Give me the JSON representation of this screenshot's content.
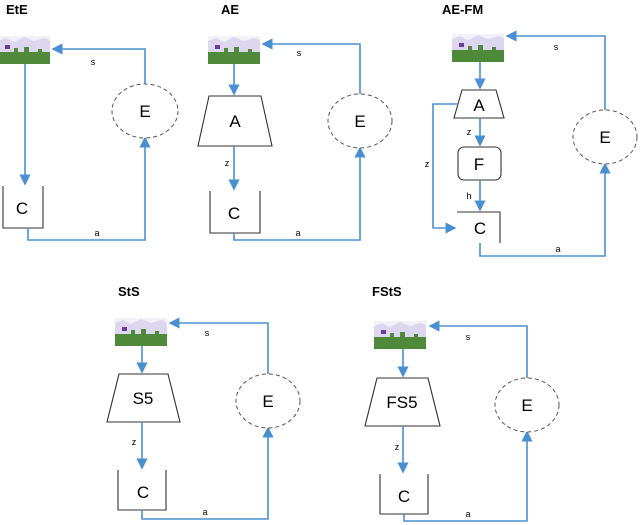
{
  "panels": {
    "ete": {
      "title": "EtE",
      "classifier": "C",
      "env": "E",
      "state_label": "s",
      "action_label": "a"
    },
    "ae": {
      "title": "AE",
      "encoder": "A",
      "classifier": "C",
      "env": "E",
      "state_label": "s",
      "latent_label": "z",
      "action_label": "a"
    },
    "aefm": {
      "title": "AE-FM",
      "encoder": "A",
      "forward_model": "F",
      "classifier": "C",
      "env": "E",
      "state_label": "s",
      "latent_label": "z",
      "latent_label_2": "z",
      "hidden_label": "h",
      "action_label": "a"
    },
    "sts": {
      "title": "StS",
      "encoder": "S5",
      "classifier": "C",
      "env": "E",
      "state_label": "s",
      "latent_label": "z",
      "action_label": "a"
    },
    "fsts": {
      "title": "FStS",
      "encoder": "FS5",
      "classifier": "C",
      "env": "E",
      "state_label": "s",
      "latent_label": "z",
      "action_label": "a"
    }
  },
  "colors": {
    "edge": "#4a90d0",
    "sky": "#dcd6ee",
    "grass": "#4f8a3a",
    "creature": "#6a3d9a"
  }
}
